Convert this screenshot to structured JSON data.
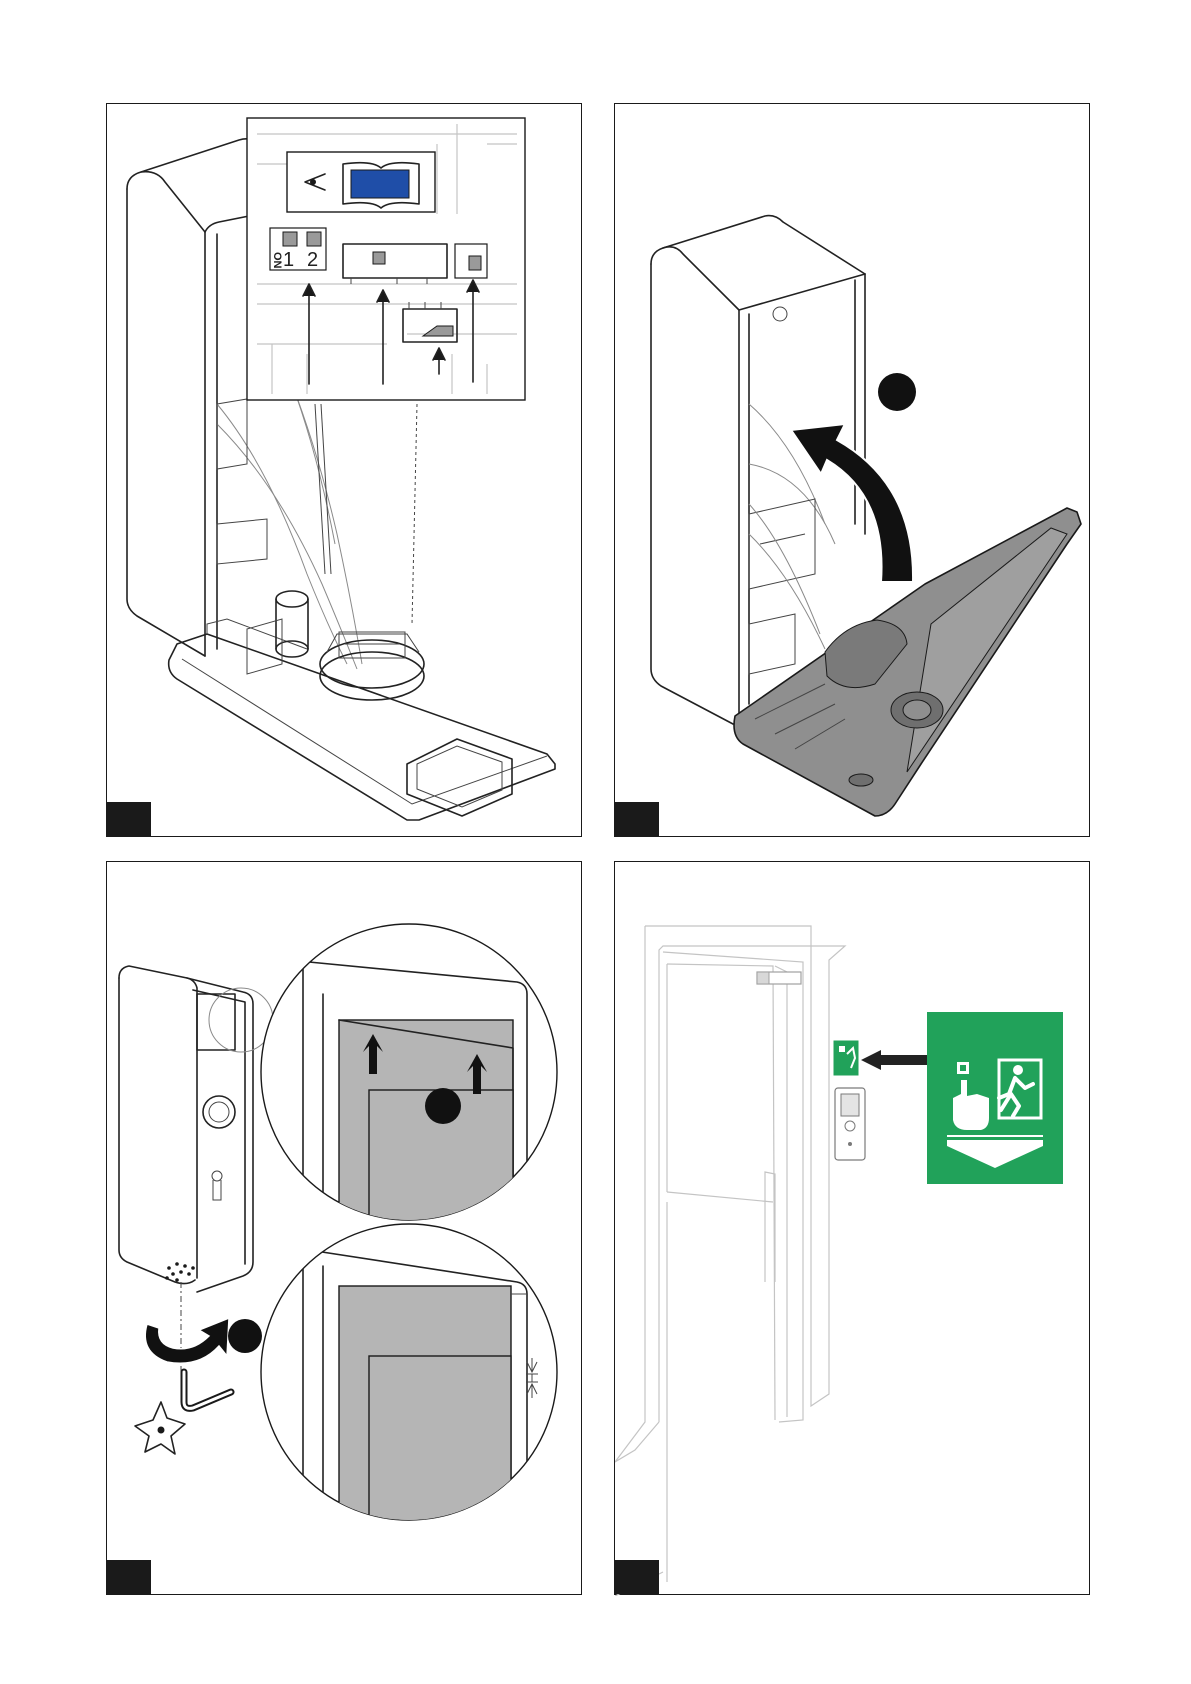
{
  "colors": {
    "outline": "#1a1a1a",
    "housing_gray": "#8f8f8f",
    "manual_blue": "#1f4ea8",
    "exit_sign_green": "#21a25a",
    "arrow_black": "#111111"
  },
  "panel_1": {
    "dip_switch": {
      "on_label": "ON",
      "switch_1": "1",
      "switch_2": "2"
    },
    "icons": [
      "eye-icon",
      "manual-book-icon"
    ]
  },
  "panel_2": {
    "icons": [
      "open-cover-arrow-icon"
    ]
  },
  "panel_3": {
    "icons": [
      "rotate-screw-arrow-icon",
      "hex-key-icon",
      "star-screw-icon"
    ]
  },
  "panel_4": {
    "icons": [
      "emergency-exit-sign-icon",
      "mounting-arrow-icon"
    ]
  }
}
